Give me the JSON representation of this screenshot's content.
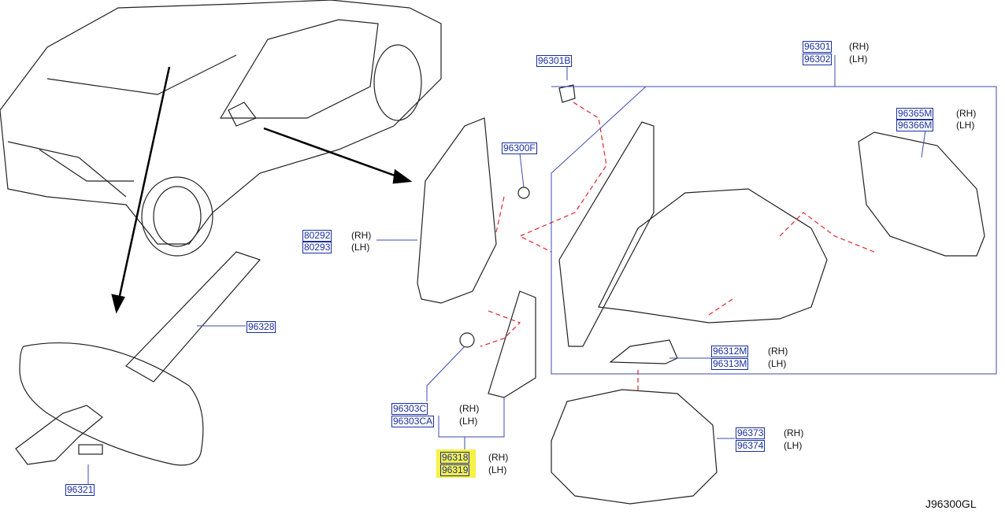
{
  "diagram_code": "J96300GL",
  "colors": {
    "part_label": "#1a2f9e",
    "highlight": "#f7f046",
    "dashed": "#e0242c",
    "leader": "#3b4bb0"
  },
  "labels": {
    "p96301": {
      "num": "96301",
      "side": "(RH)"
    },
    "p96302": {
      "num": "96302",
      "side": "(LH)"
    },
    "p96301B": {
      "num": "96301B"
    },
    "p96300F": {
      "num": "96300F"
    },
    "p96365M": {
      "num": "96365M",
      "side": "(RH)"
    },
    "p96366M": {
      "num": "96366M",
      "side": "(LH)"
    },
    "p80292": {
      "num": "80292",
      "side": "(RH)"
    },
    "p80293": {
      "num": "80293",
      "side": "(LH)"
    },
    "p96328": {
      "num": "96328"
    },
    "p96312M": {
      "num": "96312M",
      "side": "(RH)"
    },
    "p96313M": {
      "num": "96313M",
      "side": "(LH)"
    },
    "p96303C": {
      "num": "96303C",
      "side": "(RH)"
    },
    "p96303CA": {
      "num": "96303CA",
      "side": "(LH)"
    },
    "p96318": {
      "num": "96318",
      "side": "(RH)"
    },
    "p96319": {
      "num": "96319",
      "side": "(LH)"
    },
    "p96373": {
      "num": "96373",
      "side": "(RH)"
    },
    "p96374": {
      "num": "96374",
      "side": "(LH)"
    },
    "p96321": {
      "num": "96321"
    }
  }
}
